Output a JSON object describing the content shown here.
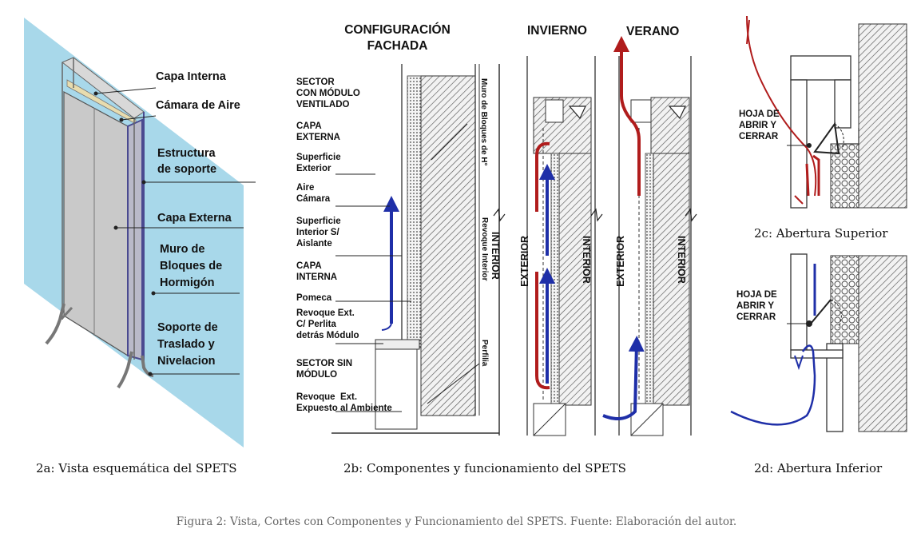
{
  "panel_a": {
    "labels": [
      "Capa Interna",
      "Cámara de Aire",
      "Estructura\nde soporte",
      "Capa Externa",
      "Muro de\nBloques de\nHormigón",
      "Soporte de\nTraslado y\nNivelacion"
    ],
    "caption": "2a: Vista esquemática del SPETS"
  },
  "panel_b": {
    "heading": "CONFIGURACIÓN\nFACHADA",
    "heading_winter": "INVIERNO",
    "heading_summer": "VERANO",
    "labels": [
      "SECTOR\nCON MÓDULO\nVENTILADO",
      "CAPA\nEXTERNA",
      "Superficie\nExterior",
      "Aire\nCámara",
      "Superficie\nInterior S/\nAislante",
      "CAPA\nINTERNA",
      "Pomeca",
      "Revoque Ext.\nC/ Perlita\ndetrás Módulo",
      "SECTOR SIN\nMÓDULO",
      "Revoque  Ext.\nExpuesto al Ambiente"
    ],
    "wall_vertical_label": "Muro de Bloques de H°",
    "revoque_interior": "Revoque Interior",
    "interior": "INTERIOR",
    "exterior": "EXTERIOR",
    "perfilia": "Perfilia",
    "caption": "2b: Componentes y funcionamiento del SPETS"
  },
  "panel_c": {
    "label": "HOJA DE\nABRIR Y\nCERRAR",
    "caption": "2c: Abertura Superior"
  },
  "panel_d": {
    "label": "HOJA DE\nABRIR Y\nCERRAR",
    "caption": "2d: Abertura Inferior"
  },
  "figure_caption": "Figura 2: Vista, Cortes con Componentes y Funcionamiento del SPETS. Fuente: Elaboración del autor.",
  "colors": {
    "glass": "#9fd4e8",
    "blue_flow": "#1f2fa8",
    "red_flow": "#b01c1c",
    "panel_grey": "#c9c9c9"
  }
}
